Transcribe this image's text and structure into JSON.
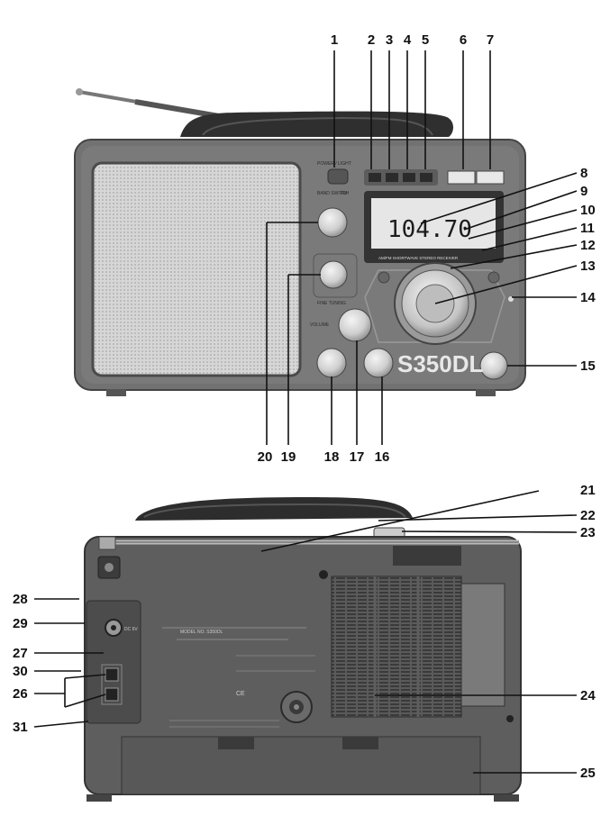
{
  "front_panel": {
    "model_badge": "S350DL",
    "display_frequency": "104.70",
    "power_label": "POWER / LIGHT",
    "band_label": "BAND SWITCH",
    "band_fm": "FM",
    "tuning_label": "FINE TUNING",
    "volume_label": "VOLUME",
    "display_caption": "AM/FM SHORTWAVE STEREO RECEIVER"
  },
  "rear_panel": {
    "model_line": "MODEL NO. S350DL",
    "dc_label": "DC 6V",
    "ce_mark": "CE"
  },
  "callouts": [
    "1",
    "2",
    "3",
    "4",
    "5",
    "6",
    "7",
    "8",
    "9",
    "10",
    "11",
    "12",
    "13",
    "14",
    "15",
    "16",
    "17",
    "18",
    "19",
    "20",
    "21",
    "22",
    "23",
    "24",
    "25",
    "26",
    "27",
    "28",
    "29",
    "30",
    "31"
  ],
  "colors": {
    "body": "#6e6e6e",
    "body_dark": "#4a4a4a",
    "grille": "#cfcfcf",
    "lcd": "#e6e6e6",
    "knob": "#dedede",
    "ink": "#111111"
  }
}
